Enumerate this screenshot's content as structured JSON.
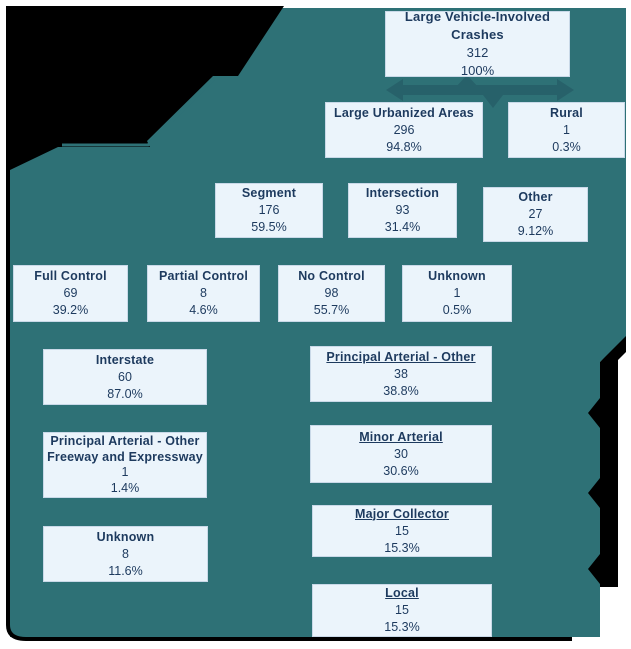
{
  "title": "Large vehicle-involved crash hierarchy diagram",
  "colors": {
    "background_teal": "#2E7176",
    "connector_arrow_teal": "#27616A",
    "backing_black": "#000000",
    "box_fill": "#EBF4FB",
    "box_border": "#C9D9E8",
    "text": "#1D3A5E"
  },
  "nodes": [
    {
      "label": "Large Vehicle-Involved Crashes",
      "value": "312",
      "pct": "100%"
    },
    {
      "label": "Large Urbanized Areas",
      "value": "296",
      "pct": "94.8%"
    },
    {
      "label": "Rural",
      "value": "1",
      "pct": "0.3%"
    },
    {
      "label": "Segment",
      "value": "176",
      "pct": "59.5%"
    },
    {
      "label": "Intersection",
      "value": "93",
      "pct": "31.4%"
    },
    {
      "label": "Other",
      "value": "27",
      "pct": "9.12%"
    },
    {
      "label": "Full Control",
      "value": "69",
      "pct": "39.2%"
    },
    {
      "label": "Partial Control",
      "value": "8",
      "pct": "4.6%"
    },
    {
      "label": "No Control",
      "value": "98",
      "pct": "55.7%"
    },
    {
      "label": "Unknown",
      "value": "1",
      "pct": "0.5%"
    },
    {
      "label": "Interstate",
      "value": "60",
      "pct": "87.0%"
    },
    {
      "label": "Principal Arterial - Other Freeway and Expressway",
      "value": "1",
      "pct": "1.4%"
    },
    {
      "label": "Unknown",
      "value": "8",
      "pct": "11.6%"
    },
    {
      "label": "Principal Arterial - Other",
      "value": "38",
      "pct": "38.8%"
    },
    {
      "label": "Minor Arterial",
      "value": "30",
      "pct": "30.6%"
    },
    {
      "label": "Major Collector",
      "value": "15",
      "pct": "15.3%"
    },
    {
      "label": "Local",
      "value": "15",
      "pct": "15.3%"
    }
  ]
}
